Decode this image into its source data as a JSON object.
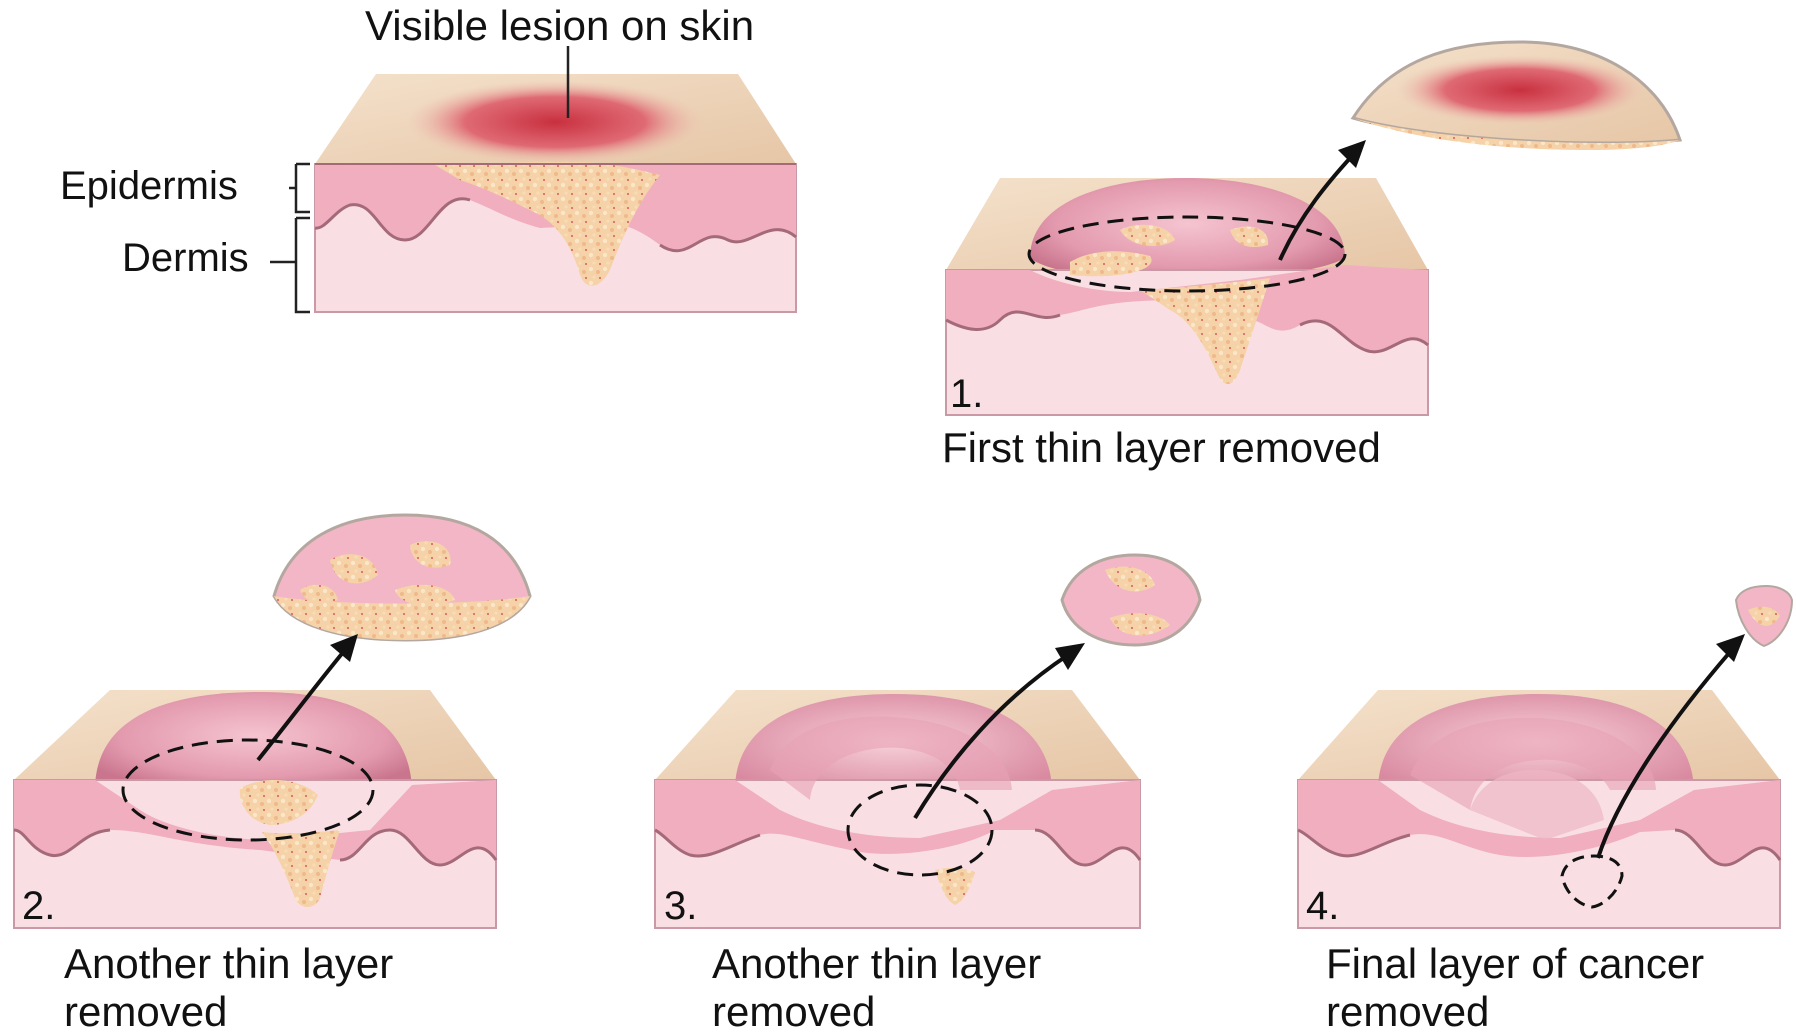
{
  "labels": {
    "visible_lesion": "Visible lesion on skin",
    "epidermis": "Epidermis",
    "dermis": "Dermis"
  },
  "steps": [
    {
      "number": "1.",
      "caption": "First thin layer removed"
    },
    {
      "number": "2.",
      "caption_line1": "Another thin layer",
      "caption_line2": "removed"
    },
    {
      "number": "3.",
      "caption_line1": "Another thin layer",
      "caption_line2": "removed"
    },
    {
      "number": "4.",
      "caption_line1": "Final layer of cancer",
      "caption_line2": "removed"
    }
  ],
  "colors": {
    "skin_top": "#ecd2b5",
    "epidermis": "#f0aebe",
    "dermis": "#f8dde2",
    "lesion_red": "#d43c4a",
    "tumor": "#f4cfa0",
    "crater": "#e79bb0"
  }
}
